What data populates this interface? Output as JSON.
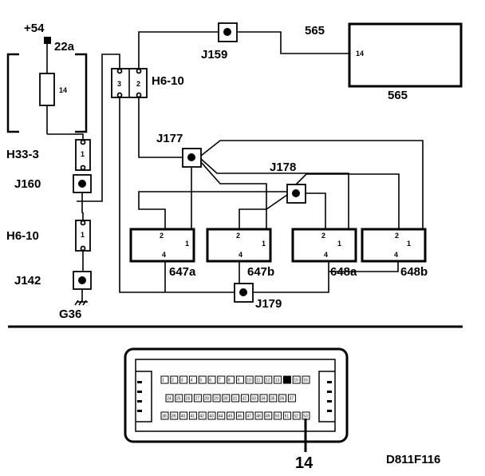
{
  "labels": {
    "plus54": "+54",
    "fuse_id": "22a",
    "fuse_amp": "14",
    "h33": "H33-3",
    "j160": "J160",
    "h6_left": "H6-10",
    "j142": "J142",
    "g36": "G36",
    "j159": "J159",
    "h6_top": "H6-10",
    "h6_pin3": "3",
    "h6_pin2": "2",
    "h33_pin": "1",
    "h6l_pin": "1",
    "ecu_top": "565",
    "ecu_pin": "14",
    "ecu_bottom": "565",
    "j177": "J177",
    "j178": "J178",
    "j179": "J179",
    "code": "D811F116",
    "pin_callout": "14"
  },
  "injectors": [
    {
      "name": "647a",
      "pins": [
        "2",
        "1",
        "4"
      ]
    },
    {
      "name": "647b",
      "pins": [
        "2",
        "1",
        "4"
      ]
    },
    {
      "name": "648a",
      "pins": [
        "2",
        "1",
        "4"
      ]
    },
    {
      "name": "648b",
      "pins": [
        "2",
        "1",
        "4"
      ]
    }
  ],
  "connector_rows": [
    [
      "1",
      "2",
      "3",
      "4",
      "5",
      "6",
      "7",
      "8",
      "9",
      "10",
      "11",
      "12",
      "13",
      "14",
      "15",
      "16"
    ],
    [
      "24",
      "25",
      "26",
      "27",
      "28",
      "29",
      "30",
      "31",
      "32",
      "33",
      "34",
      "35",
      "36",
      "37"
    ],
    [
      "38",
      "39",
      "40",
      "41",
      "42",
      "43",
      "44",
      "45",
      "46",
      "47",
      "48",
      "49",
      "50",
      "51",
      "52",
      "53"
    ]
  ],
  "colors": {
    "ink": "#000000",
    "paper": "#ffffff"
  }
}
